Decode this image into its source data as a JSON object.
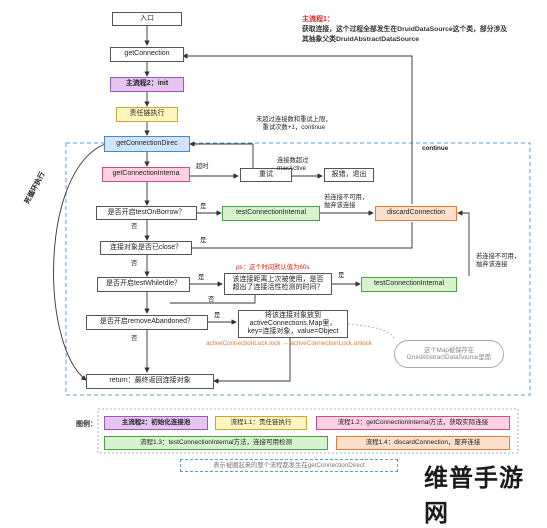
{
  "header_note": {
    "title": "主流程1：",
    "line1": "获取连接，这个过程全部发生在DruidDataSource这个类，部分涉及",
    "line2": "其抽象父类DruidAbstractDataSource"
  },
  "nodes": {
    "entry": "入口",
    "get_connection": "getConnection",
    "init": "主流程2：init",
    "filter_chain": "责任链执行",
    "get_connection_direct": "getConnectionDirec",
    "get_connection_internal": "getConnectionInterna",
    "retry": "重试",
    "error_exit": "报错，退出",
    "test_on_borrow": "是否开启testOnBorrow？",
    "test_connection_internal_1": "testConnectionInternal",
    "discard_connection": "discardConnection",
    "is_closed": "连接对象是否已close？",
    "test_while_idle": "是否开启testWhileIdle？",
    "idle_check": "该连接距离上次被使用，是否\n超出了连接活性检测的时间？",
    "test_connection_internal_2": "testConnectionInternal",
    "remove_abandoned": "是否开启removeAbandoned？",
    "put_active": "将该连接对象放到\nactiveConnections.Map里，\nkey=连接对象，value=Object",
    "map_note": "这个Map被保存在\nDruidAbstractDataSource里面",
    "return": "return：最终返回连接对象"
  },
  "edge_labels": {
    "retry_limit": "未超过连接数和重试上限，\n重试次数+1，continue",
    "timeout": "超时",
    "max_active": "连接数超过\nmaxActive",
    "yes": "是",
    "no": "否",
    "test_fail": "若连接不可用，\n抛弃该连接",
    "test_fail_2": "若连接不可用，\n抛弃该连接",
    "continue": "continue",
    "dead_loop": "死循环执行",
    "idle_default": "ps：这个时间默认值为60s",
    "lock": "activeConnectionLock.lock → activeConnectionLock.unlock"
  },
  "legend": {
    "title": "图例：",
    "items": [
      "主流程2：初始化连接池",
      "流程1.1：责任链执行",
      "流程1.2：getConnectionInternal方法，获取实际连接",
      "流程1.3：testConnectionInternal方法，连接可用检测",
      "流程1.4：discardConnection，废弃连接"
    ],
    "loop_note": "表示被圈起来的整个流程都发生在getConnectionDirect"
  },
  "watermark": "维普手游网"
}
